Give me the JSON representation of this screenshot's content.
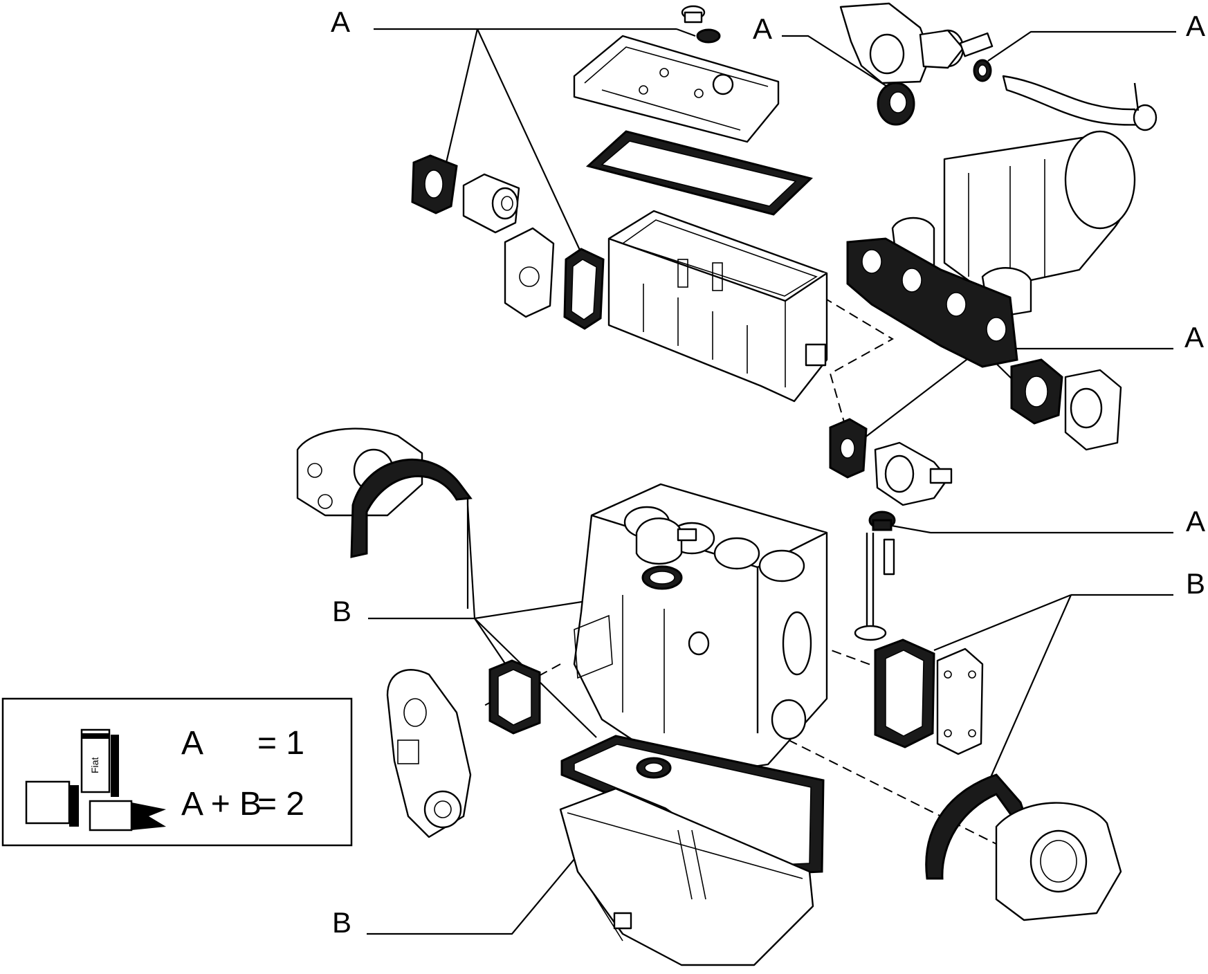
{
  "callouts": {
    "a1": "A",
    "a2": "A",
    "a3": "A",
    "a4": "A",
    "a5": "A",
    "b1": "B",
    "b2": "B",
    "b3": "B"
  },
  "legend": {
    "line1_left": "A",
    "line1_right": "= 1",
    "line2_left": "A + B",
    "line2_right": "= 2",
    "box_brand": "Fiat"
  }
}
